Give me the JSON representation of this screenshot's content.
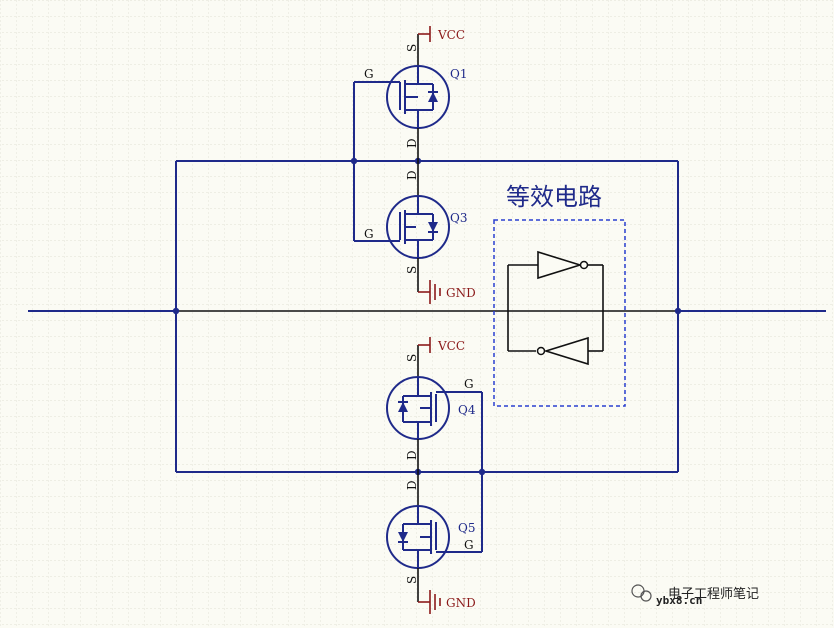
{
  "diagram": {
    "title": "等效电路",
    "transistors": [
      {
        "ref": "Q1",
        "gate": "G",
        "source": "S",
        "drain": "D",
        "supply": "VCC"
      },
      {
        "ref": "Q3",
        "gate": "G",
        "source": "S",
        "drain": "D",
        "supply": "GND"
      },
      {
        "ref": "Q4",
        "gate": "G",
        "source": "S",
        "drain": "D",
        "supply": "VCC"
      },
      {
        "ref": "Q5",
        "gate": "G",
        "source": "S",
        "drain": "D",
        "supply": "GND"
      }
    ]
  },
  "watermark": {
    "channel": "电子工程师笔记",
    "site": "ybx8.cn"
  },
  "colors": {
    "wire": "#1f2a8a",
    "power": "#8b1a1a",
    "background": "#fbfbf4"
  }
}
